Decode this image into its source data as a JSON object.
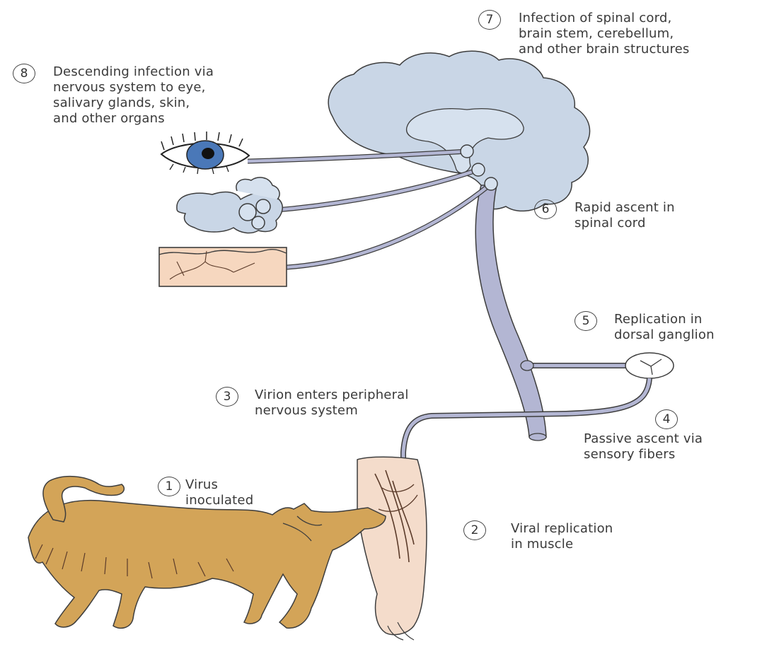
{
  "steps": [
    {
      "number": "1",
      "lines": [
        "Virus",
        "inoculated"
      ]
    },
    {
      "number": "2",
      "lines": [
        "Viral replication",
        "in muscle"
      ]
    },
    {
      "number": "3",
      "lines": [
        "Virion enters peripheral",
        "nervous system"
      ]
    },
    {
      "number": "4",
      "lines": [
        "Passive ascent via",
        "sensory fibers"
      ]
    },
    {
      "number": "5",
      "lines": [
        "Replication in",
        "dorsal ganglion"
      ]
    },
    {
      "number": "6",
      "lines": [
        "Rapid ascent in",
        "spinal cord"
      ]
    },
    {
      "number": "7",
      "lines": [
        "Infection of spinal cord,",
        "brain stem, cerebellum,",
        "and other brain structures"
      ]
    },
    {
      "number": "8",
      "lines": [
        "Descending infection via",
        "nervous system to eye,",
        "salivary glands, skin,",
        "and other organs"
      ]
    }
  ],
  "colors": {
    "brain": "#c9d6e6",
    "nerve": "#b3b6d3",
    "outline": "#3d3d3d",
    "dog": "#d3a458",
    "arm": "#f4dccb",
    "skin": "#f6d7bf",
    "eye_iris": "#4a78b8"
  }
}
